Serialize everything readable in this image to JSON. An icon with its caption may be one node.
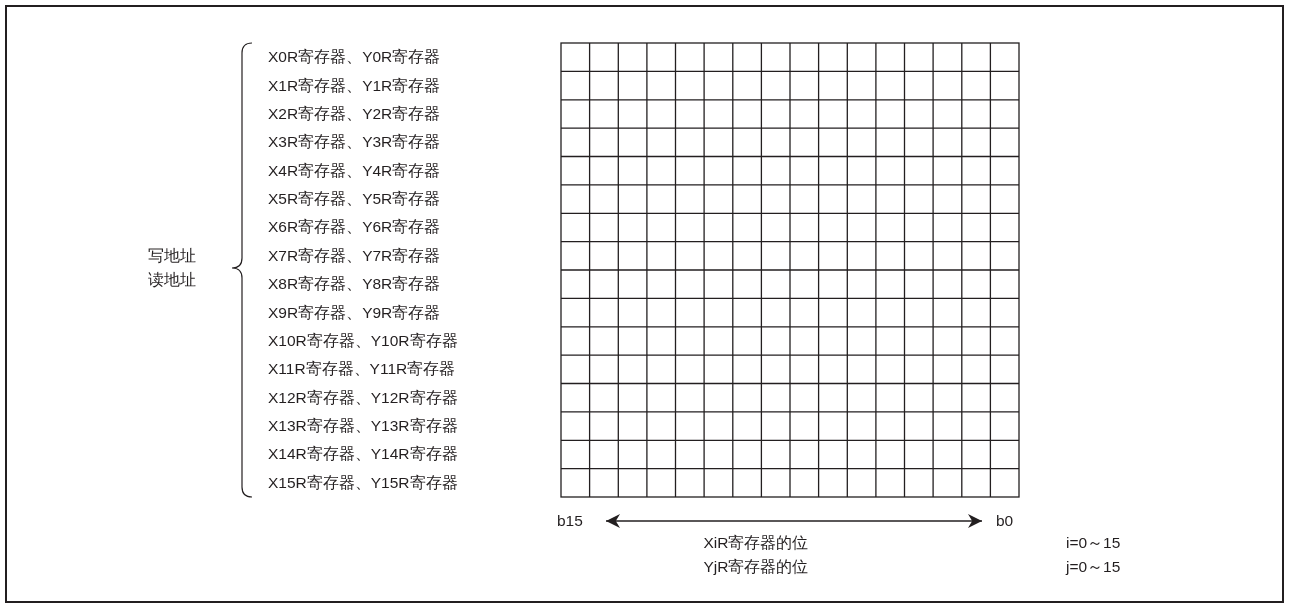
{
  "diagram": {
    "labels": [
      "X0R寄存器、Y0R寄存器",
      "X1R寄存器、Y1R寄存器",
      "X2R寄存器、Y2R寄存器",
      "X3R寄存器、Y3R寄存器",
      "X4R寄存器、Y4R寄存器",
      "X5R寄存器、Y5R寄存器",
      "X6R寄存器、Y6R寄存器",
      "X7R寄存器、Y7R寄存器",
      "X8R寄存器、Y8R寄存器",
      "X9R寄存器、Y9R寄存器",
      "X10R寄存器、Y10R寄存器",
      "X11R寄存器、Y11R寄存器",
      "X12R寄存器、Y12R寄存器",
      "X13R寄存器、Y13R寄存器",
      "X14R寄存器、Y14R寄存器",
      "X15R寄存器、Y15R寄存器",
      "写地址",
      "读地址",
      "b15",
      "b0",
      "XiR寄存器的位",
      "i=0～15",
      "YjR寄存器的位",
      "j=0～15"
    ]
  }
}
